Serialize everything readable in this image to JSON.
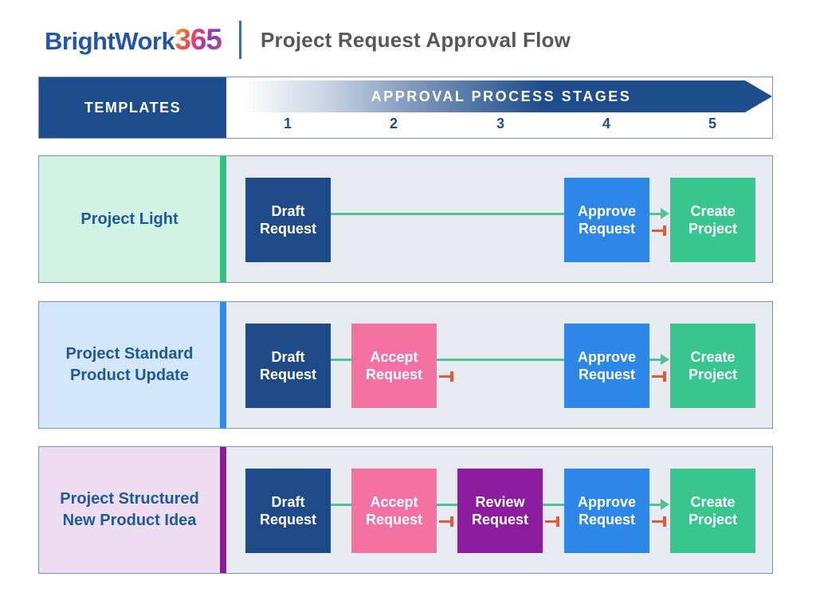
{
  "logo": {
    "brand": "BrightWork",
    "suffix": "365"
  },
  "page_title": "Project Request Approval Flow",
  "header": {
    "templates_label": "TEMPLATES",
    "stages_label": "APPROVAL PROCESS STAGES",
    "stage_numbers": [
      "1",
      "2",
      "3",
      "4",
      "5"
    ]
  },
  "palette": {
    "navy": "#1d4d8c",
    "draft": "#1e4b87",
    "accept": "#f472a2",
    "review": "#8c1d9e",
    "approve": "#2d87e9",
    "create": "#38c68e",
    "connector_green": "#4fc48f",
    "reject_orange": "#e25a35",
    "stage_bg": "#e7eaf0",
    "border": "#8093ad"
  },
  "rows": [
    {
      "template": "Project Light",
      "label_bg": "#d2f2e3",
      "accent": "#2ec488",
      "steps": [
        {
          "label": "Draft Request",
          "type": "draft",
          "stage": 1
        },
        {
          "label": "Approve Request",
          "type": "approve",
          "stage": 4
        },
        {
          "label": "Create Project",
          "type": "create",
          "stage": 5
        }
      ]
    },
    {
      "template": "Project Standard Product Update",
      "label_bg": "#d4e6f9",
      "accent": "#2e8bea",
      "steps": [
        {
          "label": "Draft Request",
          "type": "draft",
          "stage": 1
        },
        {
          "label": "Accept Request",
          "type": "accept",
          "stage": 2
        },
        {
          "label": "Approve Request",
          "type": "approve",
          "stage": 4
        },
        {
          "label": "Create Project",
          "type": "create",
          "stage": 5
        }
      ]
    },
    {
      "template": "Project Structured New Product Idea",
      "label_bg": "#eedcf0",
      "accent": "#8b1d9b",
      "steps": [
        {
          "label": "Draft Request",
          "type": "draft",
          "stage": 1
        },
        {
          "label": "Accept Request",
          "type": "accept",
          "stage": 2
        },
        {
          "label": "Review Request",
          "type": "review",
          "stage": 3
        },
        {
          "label": "Approve Request",
          "type": "approve",
          "stage": 4
        },
        {
          "label": "Create Project",
          "type": "create",
          "stage": 5
        }
      ]
    }
  ]
}
